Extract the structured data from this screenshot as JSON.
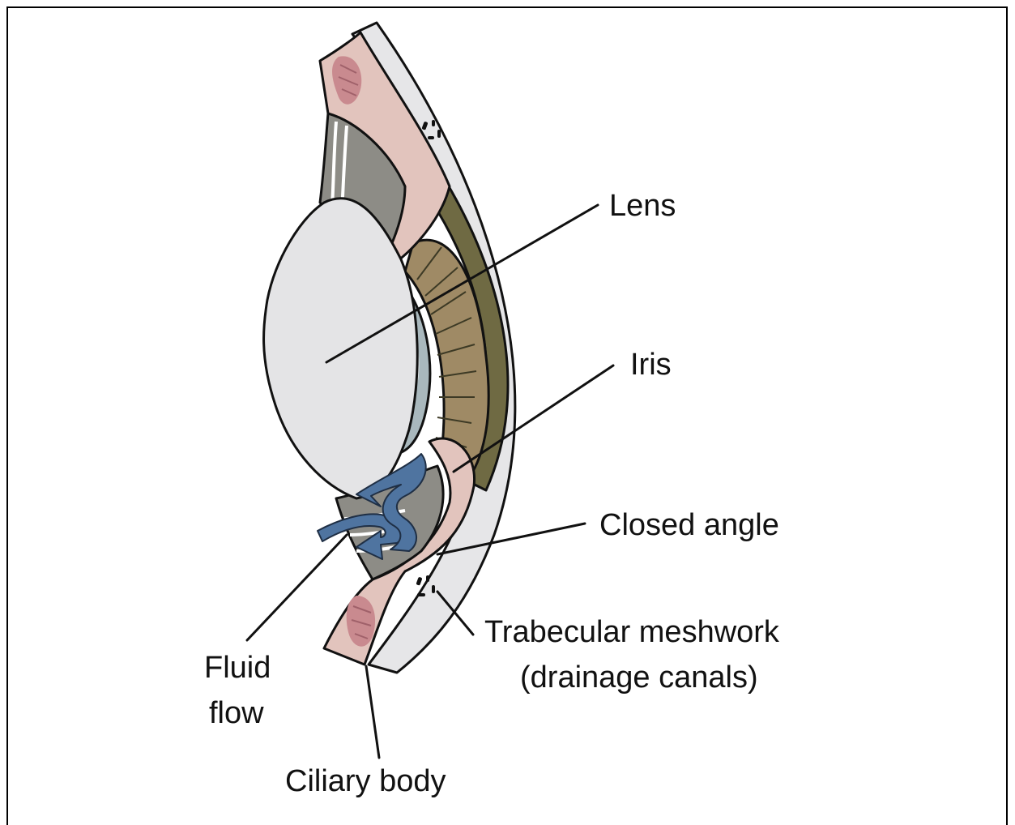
{
  "labels": {
    "lens": "Lens",
    "iris": "Iris",
    "closed_angle": "Closed angle",
    "trabecular_line1": "Trabecular meshwork",
    "trabecular_line2": "(drainage canals)",
    "fluid_line1": "Fluid",
    "fluid_line2": "flow",
    "ciliary_body": "Ciliary body"
  },
  "colors": {
    "lens": "#e4e4e6",
    "cornea": "#e6e6e8",
    "sclera_pink": "#e2c4bd",
    "ciliary_pink": "#c98a8f",
    "iris_brown": "#9f8a65",
    "iris_dark": "#6f6a43",
    "ciliary_gray": "#8d8c86",
    "pupil_blue": "#a9b8bd",
    "fluid_blue": "#4f74a0"
  }
}
